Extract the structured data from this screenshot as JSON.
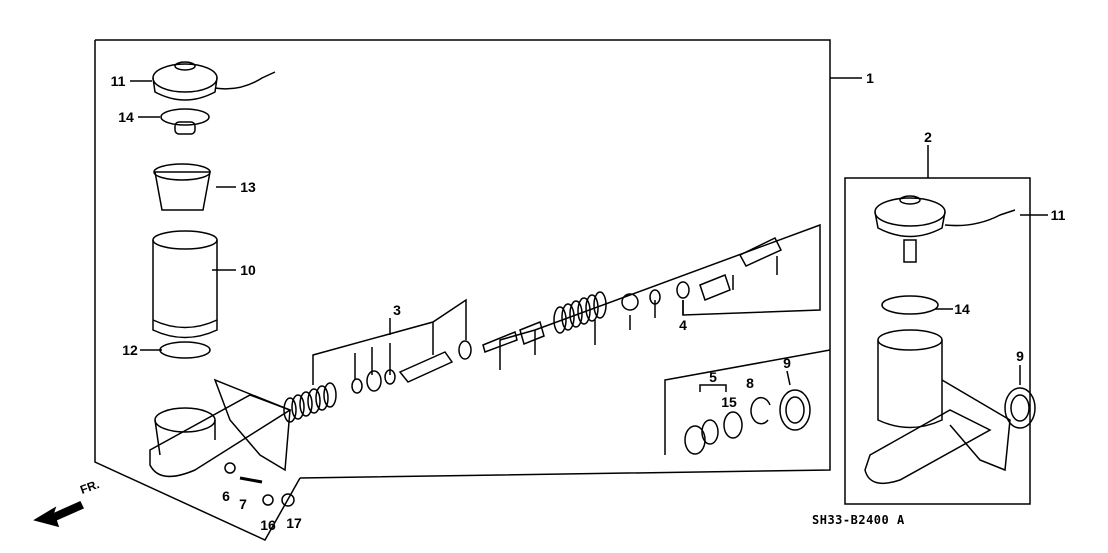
{
  "callouts": {
    "c1": "1",
    "c2": "2",
    "c3": "3",
    "c4": "4",
    "c5": "5",
    "c6": "6",
    "c7": "7",
    "c8": "8",
    "c9a": "9",
    "c9b": "9",
    "c10": "10",
    "c11a": "11",
    "c11b": "11",
    "c12": "12",
    "c13": "13",
    "c14a": "14",
    "c14b": "14",
    "c15": "15",
    "c16": "16",
    "c17": "17"
  },
  "direction_label": "FR.",
  "diagram_code": "SH33-B2400 A"
}
